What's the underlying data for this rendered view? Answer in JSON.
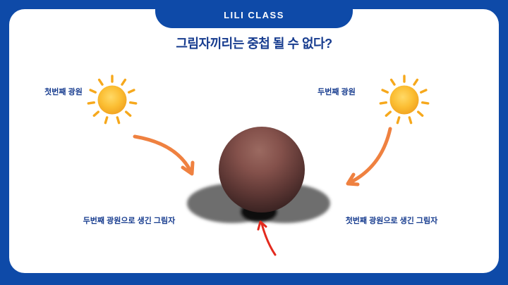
{
  "header": {
    "brand": "LILI CLASS"
  },
  "slide": {
    "title": "그림자끼리는 중첩 될 수 없다?",
    "light_source_labels": {
      "first": "첫번째 광원",
      "second": "두번째 광원"
    },
    "shadow_labels": {
      "left": "두번째 광원으로 생긴 그림자",
      "right": "첫번째 광원으로 생긴 그림자"
    }
  },
  "icons": {
    "first_light": "sun-icon",
    "second_light": "sun-icon",
    "first_light_arrow": "curved-arrow-down-right-icon",
    "second_light_arrow": "curved-arrow-down-left-icon",
    "overlap_pointer": "curved-arrow-up-icon"
  },
  "colors": {
    "frame-blue": "#0e4aa8",
    "paper-white": "#ffffff",
    "text-blue": "#173c8f",
    "arrow-orange": "#ef8140",
    "arrow-red": "#e32a1e",
    "sun-yellow": "#fbbe33",
    "sun-ray": "#f6a81c",
    "shadow-gray": "#4e4e4e",
    "shadow-overlap-black": "#0b0b0b",
    "sphere-maroon": "#7d4a45"
  }
}
